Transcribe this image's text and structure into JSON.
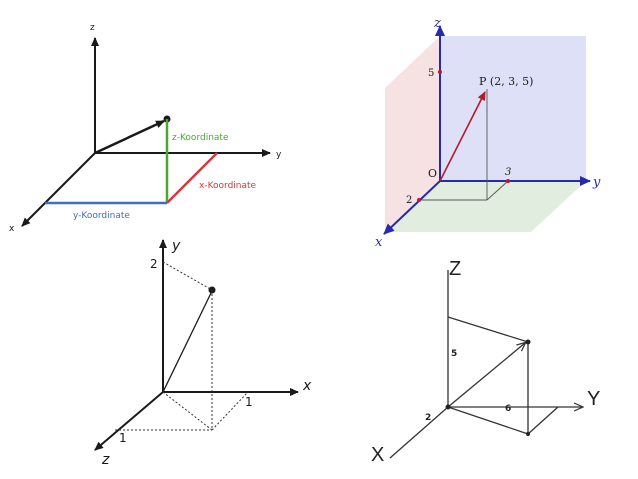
{
  "panel_a": {
    "axis_x": "x",
    "axis_y": "y",
    "axis_z": "z",
    "label_z_coord": "z-Koordinate",
    "label_x_coord": "x-Koordinate",
    "label_y_coord": "y-Koordinate",
    "colors": {
      "z": "#4aa832",
      "x": "#d9363e",
      "y": "#3b6fc4",
      "axes": "#1a1a1a"
    }
  },
  "panel_b": {
    "axis_x": "x",
    "axis_y": "y",
    "axis_z": "z",
    "point_label": "P (2, 3, 5)",
    "origin_label": "O",
    "tick_z": "5",
    "tick_y": "3",
    "tick_x": "2",
    "colors": {
      "axes": "#2a2aa8",
      "wall_yz": "#dde0f7",
      "wall_xz": "#f6e2e2",
      "floor": "#e1eedf",
      "vector": "#b31b2a"
    }
  },
  "panel_c": {
    "axis_x": "x",
    "axis_y": "y",
    "axis_z": "z",
    "tick_y": "2",
    "tick_x": "1",
    "tick_z": "1"
  },
  "panel_d": {
    "axis_z": "Z",
    "axis_y": "Y",
    "axis_x": "X",
    "tick_z": "5",
    "tick_y": "6",
    "tick_x": "2"
  }
}
